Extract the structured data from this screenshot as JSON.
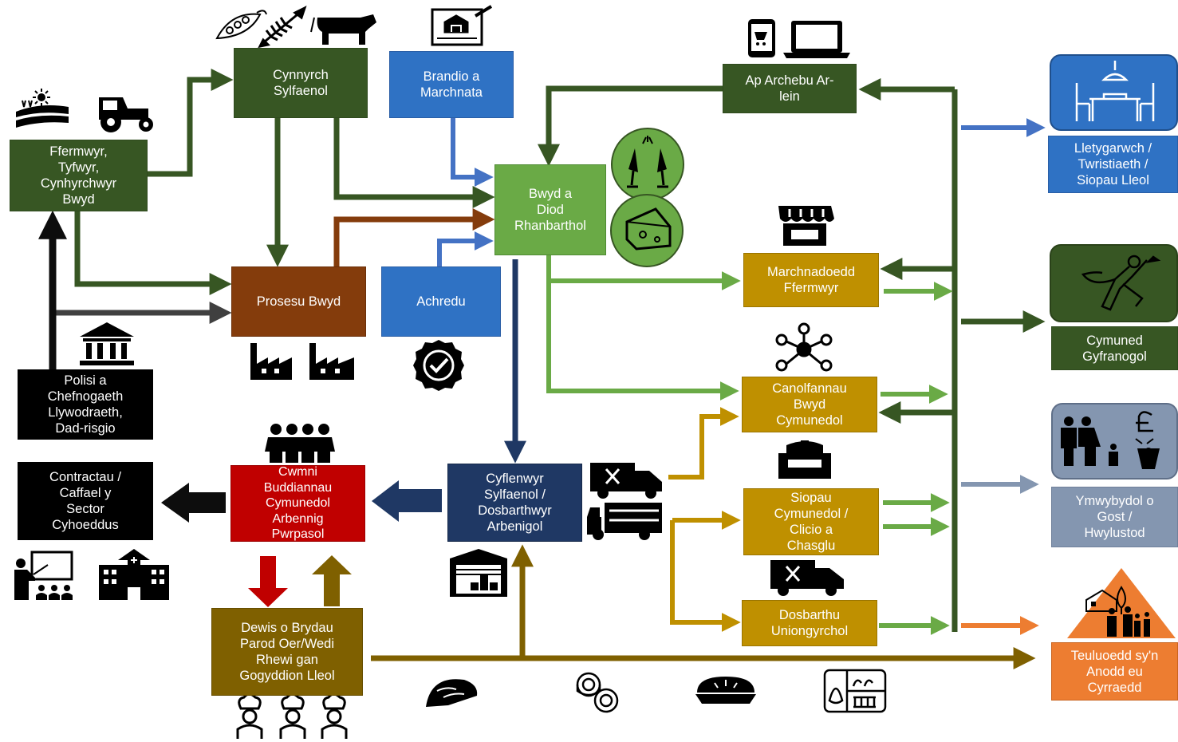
{
  "colors": {
    "dark_green": "#375623",
    "light_green": "#6aaa46",
    "blue": "#2f72c4",
    "brown": "#843c0c",
    "navy": "#1f3864",
    "red": "#c00000",
    "olive": "#7f6000",
    "gold": "#bf9000",
    "grey_blue": "#8496b0",
    "orange": "#ed7d31"
  },
  "nodes": {
    "farmers": "Ffermwyr,\nTyfwyr,\nCynhyrchwyr\nBwyd",
    "primary_produce": "Cynnyrch\nSylfaenol",
    "branding": "Brandio a\nMarchnata",
    "regional_food": "Bwyd a\nDiod\nRhanbarthol",
    "food_processing": "Prosesu Bwyd",
    "accreditation": "Achredu",
    "policy": "Polisi a\nChefnogaeth\nLlywodraeth,\nDad-risgio",
    "online_ordering": "Ap Archebu Ar-\nlein",
    "farmers_markets": "Marchnadoedd\nFfermwyr",
    "community_food_hubs": "Canolfannau\nBwyd\nCymunedol",
    "community_shops": "Siopau\nCymunedol /\nClicio a\nChasglu",
    "direct_delivery": "Dosbarthu\nUniongyrchol",
    "distributors": "Cyflenwyr\nSylfaenol /\nDosbarthwyr\nArbenigol",
    "cic": "Cwmni\nBuddiannau\nCymunedol\nArbennig\nPwrpasol",
    "contracts": "Contractau /\nCaffael y\nSector\nCyhoeddus",
    "ready_meals": "Dewis o Brydau\nParod Oer/Wedi\nRhewi gan\nGogyddion Lleol"
  },
  "outcomes": {
    "hospitality": "Lletygarwch /\nTwristiaeth /\nSiopau Lleol",
    "community": "Cymuned\nGyfranogol",
    "convenience": "Ymwybydol o\nGost /\nHwylustod",
    "families": "Teuluoedd sy'n\nAnodd eu\nCyrraedd"
  },
  "icons": [
    "farm-field-icon",
    "tractor-icon",
    "peas-icon",
    "fish-bone-icon",
    "cow-icon",
    "blueprint-house-icon",
    "tablet-cart-icon",
    "laptop-icon",
    "champagne-icon",
    "cheese-icon",
    "market-stall-icon",
    "network-icon",
    "government-building-icon",
    "factory-icon",
    "badge-check-icon",
    "people-group-icon",
    "delivery-truck-icon",
    "food-truck-icon",
    "warehouse-icon",
    "teacher-icon",
    "hospital-icon",
    "chef-icon",
    "taco-icon",
    "mooncake-icon",
    "pie-icon",
    "meal-tray-icon",
    "dining-table-icon",
    "superhero-icon",
    "family-money-icon",
    "house-family-icon"
  ]
}
